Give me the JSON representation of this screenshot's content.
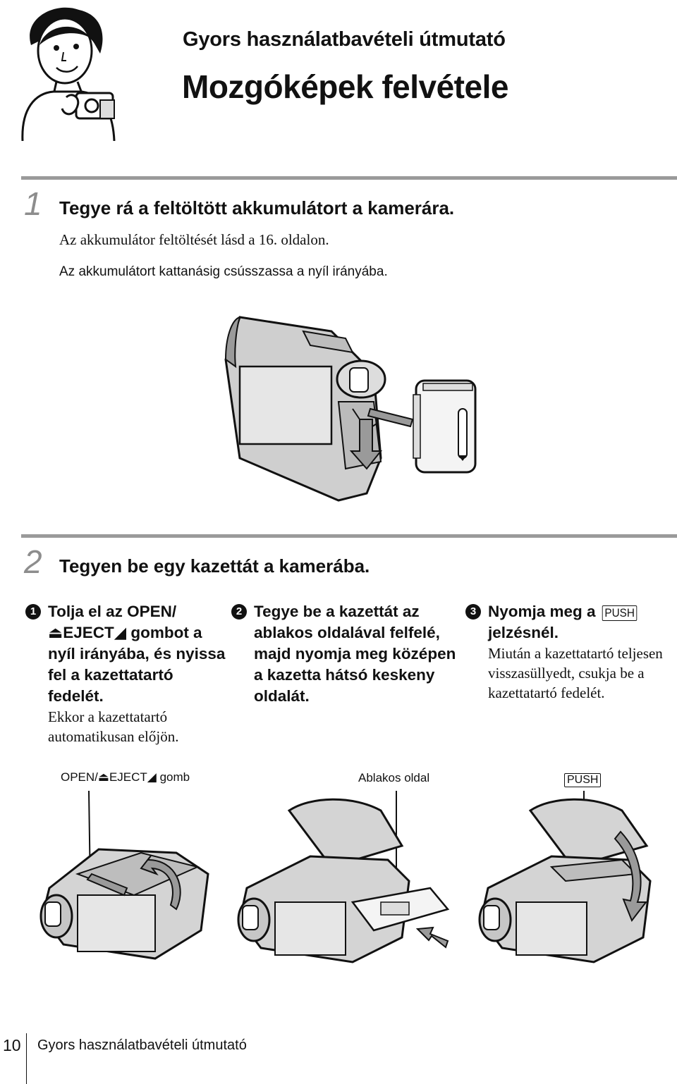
{
  "header": {
    "subtitle": "Gyors használatbavételi útmutató",
    "title": "Mozgóképek felvétele"
  },
  "step1": {
    "number": "1",
    "title": "Tegye rá a feltöltött akkumulátort a kamerára.",
    "note1": "Az akkumulátor feltöltését lásd a 16. oldalon.",
    "note2": "Az akkumulátort kattanásig csússzassa a nyíl irányába."
  },
  "step2": {
    "number": "2",
    "title": "Tegyen be egy kazettát a kamerába.",
    "sub1": {
      "marker": "1",
      "bold": "Tolja el az OPEN/\n⏏EJECT◢ gombot a nyíl irányába, és nyissa fel a kazettatartó fedelét.",
      "plain": "Ekkor a kazettatartó automatikusan előjön."
    },
    "sub2": {
      "marker": "2",
      "bold": "Tegye be a kazettát az ablakos oldalával felfelé, majd nyomja meg középen a kazetta hátsó keskeny oldalát."
    },
    "sub3": {
      "marker": "3",
      "bold_before": "Nyomja meg a",
      "push": "PUSH",
      "bold_after": "jelzésnél.",
      "plain": "Miután a kazettatartó teljesen visszasüllyedt, csukja be a kazettatartó fedelét."
    }
  },
  "callouts": {
    "open_eject": "OPEN/⏏EJECT◢ gomb",
    "window_side": "Ablakos oldal",
    "push": "PUSH"
  },
  "footer": {
    "page_number": "10",
    "text": "Gyors használatbavételi útmutató"
  },
  "icons": {
    "header": "person-with-camcorder-illustration",
    "battery": "camcorder-battery-illustration",
    "open": "camcorder-open-lid-illustration",
    "insert": "cassette-insert-illustration",
    "push": "cassette-push-illustration"
  }
}
